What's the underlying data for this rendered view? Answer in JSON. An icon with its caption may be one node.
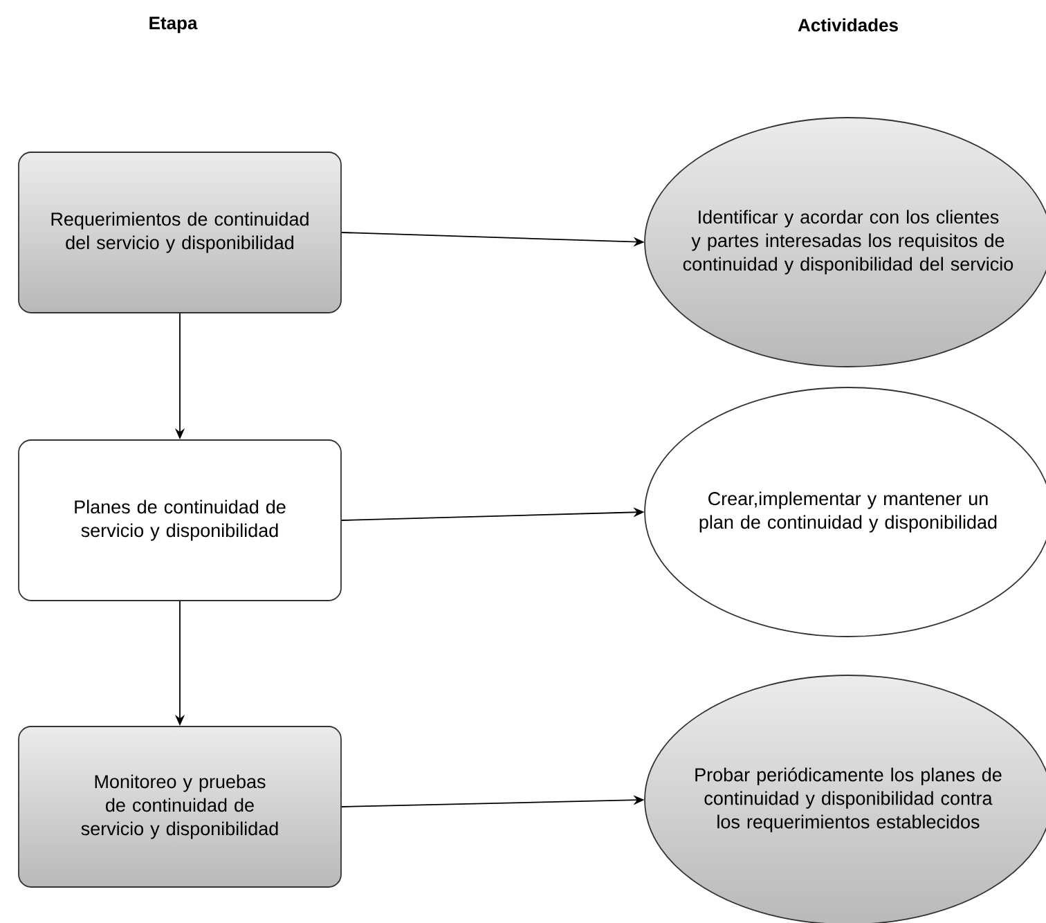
{
  "diagram": {
    "nodes": [
      {
        "text": [
          "Requerimientos de continuidad del servicio y disponibilidad"
        ]
      },
      {
        "text": [
          "Identificar y acordar con los clientes y partes interesadas los requisitos de continuidad y disponibilidad del servicio"
        ]
      },
      {
        "text": [
          "Planes de continuidad de servicio y disponibilidad"
        ]
      },
      {
        "text": [
          "Crear,implementar y mantener un plan de continuidad y disponibilidad"
        ]
      },
      {
        "text": [
          "Monitoreo y pruebas de continuidad de servicio y disponibilidad"
        ]
      },
      {
        "text": [
          "Probar periódicamente los planes de continuidad y disponibilidad contra los requerimientos establecidos"
        ]
      }
    ],
    "edges": [
      {
        "from": 0,
        "to": 1,
        "arrow": "to"
      },
      {
        "from": 0,
        "to": 2,
        "arrow": "to"
      },
      {
        "from": 2,
        "to": 3,
        "arrow": "to"
      },
      {
        "from": 2,
        "to": 4,
        "arrow": "to"
      },
      {
        "from": 4,
        "to": 5,
        "arrow": "to"
      }
    ],
    "labels": [
      "Etapa",
      "Actividades"
    ]
  }
}
